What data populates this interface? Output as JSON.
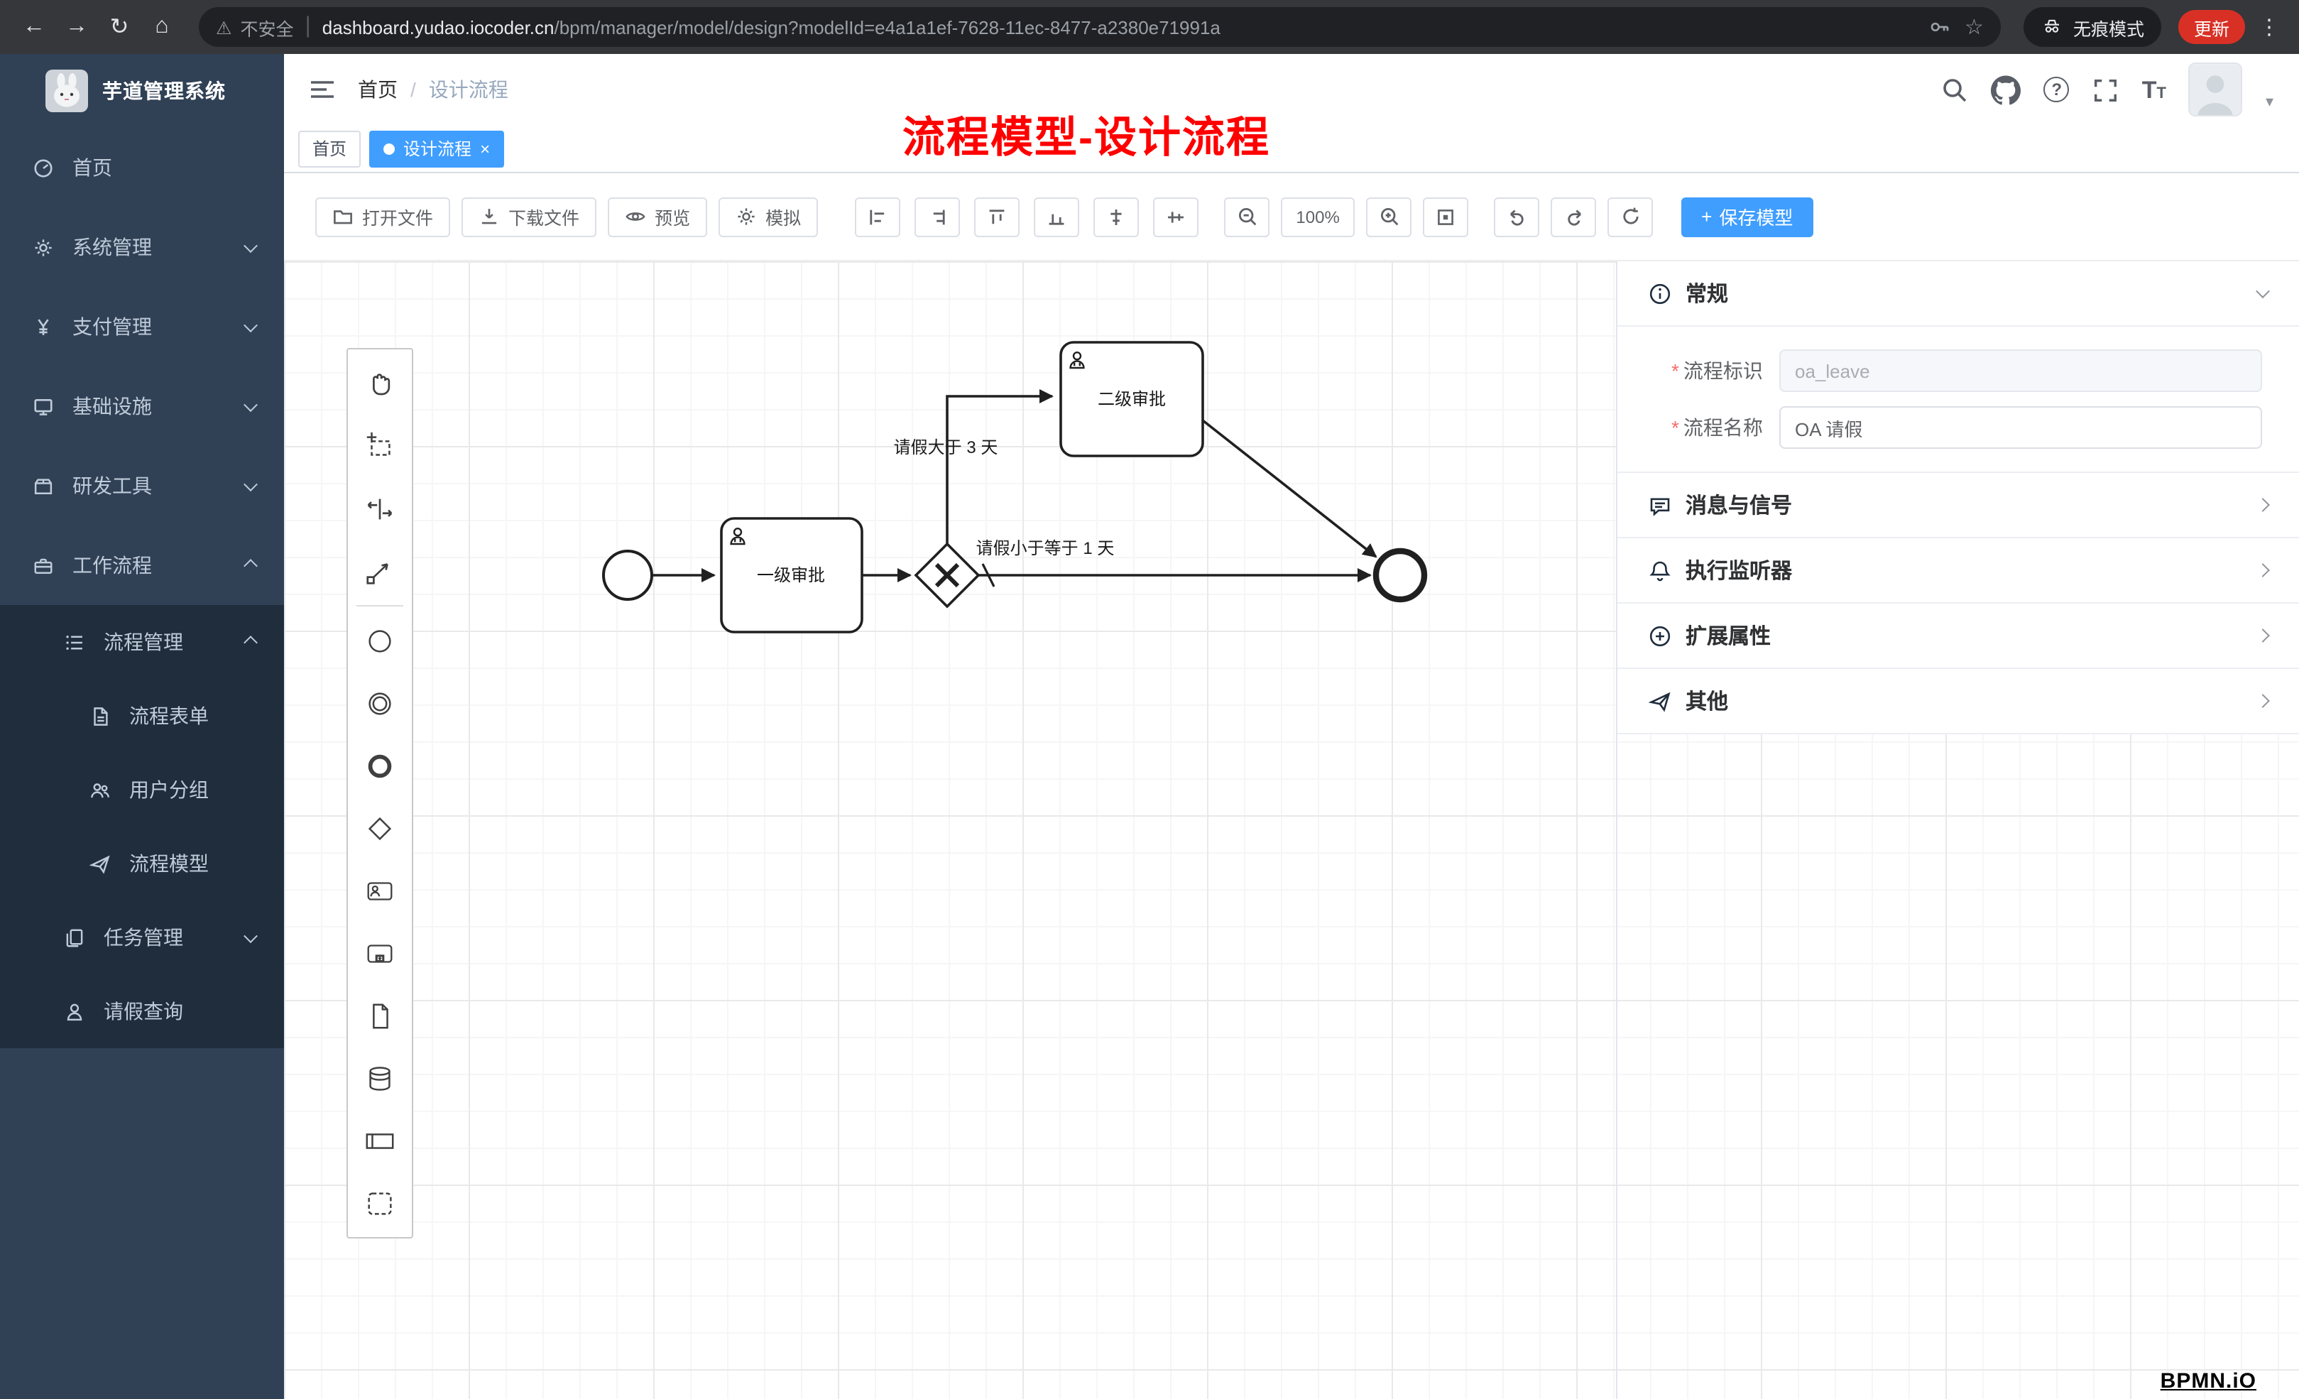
{
  "icons": {
    "back": "←",
    "forward": "→",
    "reload": "↻",
    "home": "⌂",
    "warning": "⚠",
    "divider": "|",
    "star": "☆",
    "dots": "⋮",
    "close": "×",
    "plus": "+",
    "caret_down": "▾",
    "question": "?",
    "letter_T": "T"
  },
  "browser": {
    "security_chip": "不安全",
    "url_domain": "dashboard.yudao.iocoder.cn",
    "url_path": "/bpm/manager/model/design?modelId=e4a1a1ef-7628-11ec-8477-a2380e71991a",
    "incognito_label": "无痕模式",
    "update_button": "更新"
  },
  "sidebar": {
    "app_title": "芋道管理系统",
    "items": [
      {
        "label": "首页"
      },
      {
        "label": "系统管理"
      },
      {
        "label": "支付管理"
      },
      {
        "label": "基础设施"
      },
      {
        "label": "研发工具"
      },
      {
        "label": "工作流程"
      },
      {
        "label": "流程管理"
      },
      {
        "label": "流程表单"
      },
      {
        "label": "用户分组"
      },
      {
        "label": "流程模型"
      },
      {
        "label": "任务管理"
      },
      {
        "label": "请假查询"
      }
    ]
  },
  "header": {
    "breadcrumb_home": "首页",
    "breadcrumb_sep": "/",
    "breadcrumb_current": "设计流程",
    "annotation": "流程模型-设计流程"
  },
  "tabs": [
    {
      "label": "首页"
    },
    {
      "label": "设计流程"
    }
  ],
  "toolbar": {
    "open_file": "打开文件",
    "download_file": "下载文件",
    "preview": "预览",
    "simulate": "模拟",
    "zoom_level": "100%",
    "save_model": "保存模型"
  },
  "diagram": {
    "task_level1": "一级审批",
    "task_level2": "二级审批",
    "flow_label_gt3": "请假大于 3 天",
    "flow_label_le1": "请假小于等于 1 天"
  },
  "properties": {
    "section_general": "常规",
    "section_message": "消息与信号",
    "section_listener": "执行监听器",
    "section_ext": "扩展属性",
    "section_other": "其他",
    "required_mark": "*",
    "field_key_label": "流程标识",
    "field_key_value": "oa_leave",
    "field_name_label": "流程名称",
    "field_name_value": "OA 请假"
  },
  "watermark": "BPMN.iO"
}
